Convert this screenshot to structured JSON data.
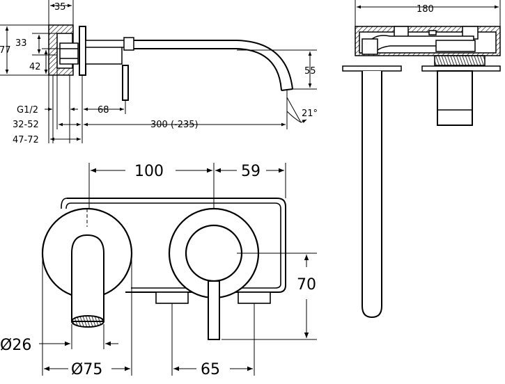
{
  "side_view": {
    "dim_35": "35",
    "dim_77": "77",
    "dim_33": "33",
    "dim_42": "42",
    "dim_55": "55",
    "dim_68": "68",
    "thread_label": "G1/2",
    "range_32_52": "32-52",
    "range_47_72": "47-72",
    "spout_length": "300 (-235)",
    "angle": "21°"
  },
  "top_view": {
    "dim_180": "180"
  },
  "front_view": {
    "dim_100": "100",
    "dim_59": "59",
    "dim_70": "70",
    "dim_d26": "Ø26",
    "dim_d75": "Ø75",
    "dim_65": "65"
  }
}
